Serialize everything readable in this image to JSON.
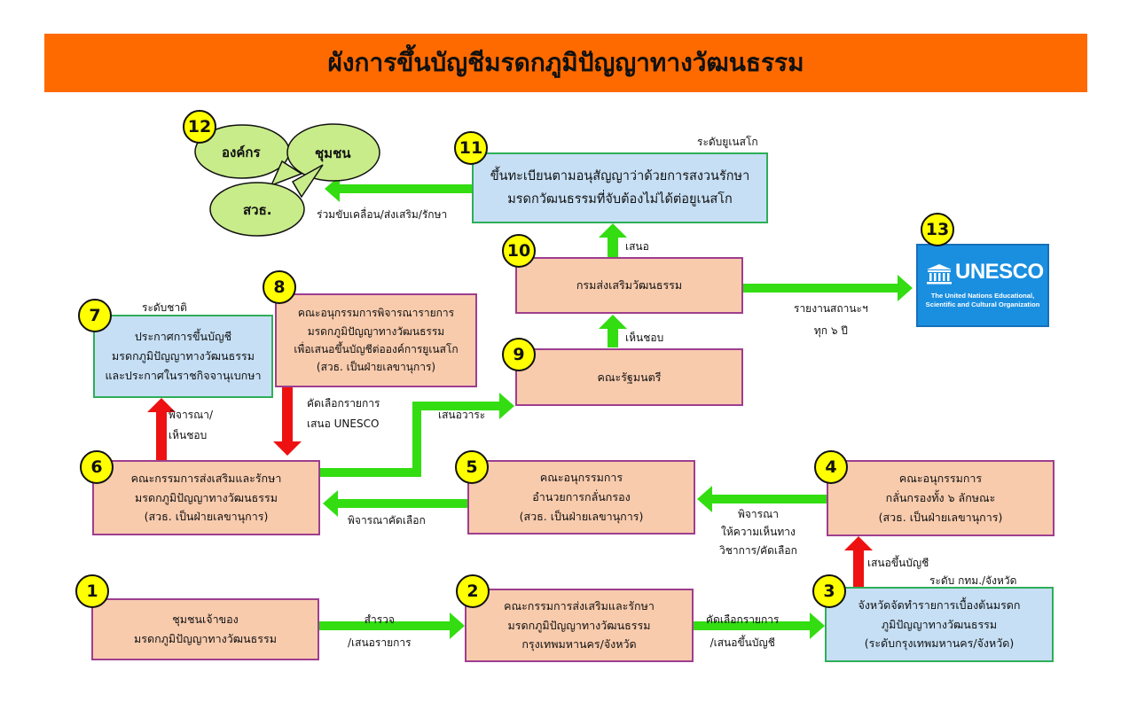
{
  "title": "ผังการขึ้นบัญชีมรดกภูมิปัญญาทางวัฒนธรรม",
  "colors": {
    "banner": "#ff6a00",
    "peach_box": "#f8cbad",
    "blue_box": "#c6dff5",
    "arrow_green": "#33dd11",
    "arrow_red": "#ee1111",
    "number_badge": "#ffff00",
    "bubble": "#c8ec8a"
  },
  "steps": [
    {
      "n": "1",
      "lines": [
        "ชุมชนเจ้าของ",
        "มรดกภูมิปัญญาทางวัฒนธรรม"
      ]
    },
    {
      "n": "2",
      "lines": [
        "คณะกรรมการส่งเสริมและรักษา",
        "มรดกภูมิปัญญาทางวัฒนธรรม",
        "กรุงเทพมหานคร/จังหวัด"
      ]
    },
    {
      "n": "3",
      "lines": [
        "จังหวัดจัดทำรายการเบื้องต้นมรดก",
        "ภูมิปัญญาทางวัฒนธรรม",
        "(ระดับกรุงเทพมหานคร/จังหวัด)"
      ]
    },
    {
      "n": "4",
      "lines": [
        "คณะอนุกรรมการ",
        "กลั่นกรองทั้ง ๖ ลักษณะ",
        "(สวธ. เป็นฝ่ายเลขานุการ)"
      ]
    },
    {
      "n": "5",
      "lines": [
        "คณะอนุกรรมการ",
        "อำนวยการกลั่นกรอง",
        "(สวธ. เป็นฝ่ายเลขานุการ)"
      ]
    },
    {
      "n": "6",
      "lines": [
        "คณะกรรมการส่งเสริมและรักษา",
        "มรดกภูมิปัญญาทางวัฒนธรรม",
        "(สวธ. เป็นฝ่ายเลขานุการ)"
      ]
    },
    {
      "n": "7",
      "lines": [
        "ประกาศการขึ้นบัญชี",
        "มรดกภูมิปัญญาทางวัฒนธรรม",
        "และประกาศในราชกิจจานุเบกษา"
      ]
    },
    {
      "n": "8",
      "lines": [
        "คณะอนุกรรมการพิจารณารายการ",
        "มรดกภูมิปัญญาทางวัฒนธรรม",
        "เพื่อเสนอขึ้นบัญชีต่อองค์การยูเนสโก",
        "(สวธ. เป็นฝ่ายเลขานุการ)"
      ]
    },
    {
      "n": "9",
      "lines": [
        "คณะรัฐมนตรี"
      ]
    },
    {
      "n": "10",
      "lines": [
        "กรมส่งเสริมวัฒนธรรม"
      ]
    },
    {
      "n": "11",
      "lines": [
        "ขึ้นทะเบียนตามอนุสัญญาว่าด้วยการสงวนรักษา",
        "มรดกวัฒนธรรมที่จับต้องไม่ได้ต่อยูเนสโก"
      ]
    },
    {
      "n": "12",
      "bubbles": [
        "องค์กร",
        "ชุมชน",
        "สวธ."
      ]
    },
    {
      "n": "13"
    }
  ],
  "levels": {
    "national": "ระดับชาติ",
    "unesco": "ระดับยูเนสโก",
    "provincial": "ระดับ กทม./จังหวัด"
  },
  "arrow_labels": {
    "a1_2": [
      "สำรวจ",
      "/เสนอรายการ"
    ],
    "a2_3": [
      "คัดเลือกรายการ",
      "/เสนอขึ้นบัญชี"
    ],
    "a3_4": "เสนอขึ้นบัญชี",
    "a4_5": [
      "พิจารณา",
      "ให้ความเห็นทาง",
      "วิชาการ/คัดเลือก"
    ],
    "a5_6": "พิจารณาคัดเลือก",
    "a6_7": [
      "พิจารณา/",
      "เห็นชอบ"
    ],
    "a8_6": [
      "คัดเลือกรายการ",
      "เสนอ UNESCO"
    ],
    "a6_9": "เสนอวาระ",
    "a9_10": "เห็นชอบ",
    "a10_11": "เสนอ",
    "a11_12": "ร่วมขับเคลื่อน/ส่งเสริม/รักษา",
    "a10_13": [
      "รายงานสถานะฯ",
      "ทุก ๖ ปี"
    ]
  },
  "unesco": {
    "name": "UNESCO",
    "full_name": [
      "The United Nations Educational,",
      "Scientific and Cultural Organization"
    ],
    "icon": "temple-icon"
  }
}
